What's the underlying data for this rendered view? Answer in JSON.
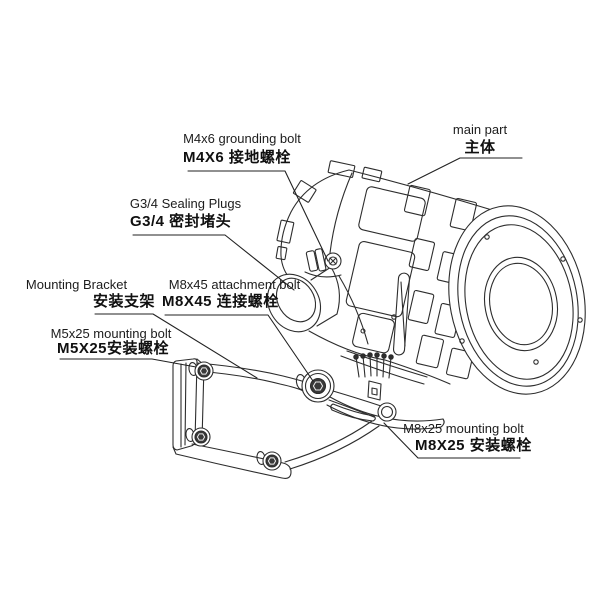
{
  "diagram": {
    "type": "technical-illustration",
    "background_color": "#ffffff",
    "line_color": "#2d2d2d",
    "text_color": "#1b1b1b",
    "subject": "cylindrical housing with mounting bracket",
    "labels": {
      "main_part": {
        "en": "main part",
        "zh": "主体"
      },
      "grounding_bolt": {
        "en": "M4x6 grounding bolt",
        "zh": "M4X6 接地螺栓"
      },
      "sealing_plugs": {
        "en": "G3/4  Sealing  Plugs",
        "zh": "G3/4 密封堵头"
      },
      "mounting_bracket": {
        "en": "Mounting Bracket",
        "zh": "安装支架"
      },
      "m5x25_bolt": {
        "en": "M5x25 mounting bolt",
        "zh": "M5X25安装螺栓"
      },
      "m8x45_bolt": {
        "en": "M8x45 attachment bolt",
        "zh": "M8X45 连接螺栓"
      },
      "m8x25_bolt": {
        "en": "M8x25 mounting bolt",
        "zh": "M8X25 安装螺栓"
      }
    }
  }
}
